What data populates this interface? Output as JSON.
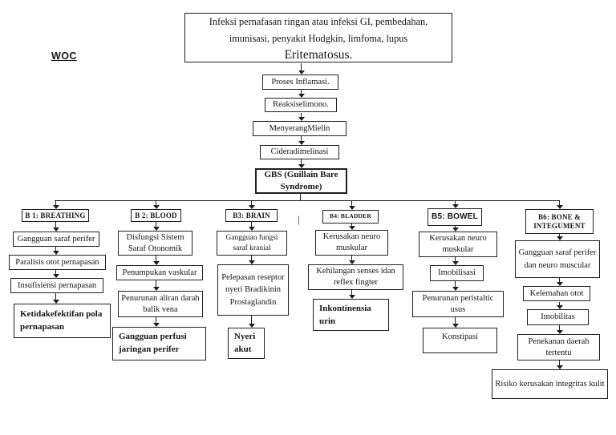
{
  "page": {
    "background": "#ffffff",
    "ink": "#1f1f1f"
  },
  "woc_label": "WOC",
  "root": {
    "line1": "Infeksi pernafasan ringan atau infeksi GI, pembedahan,",
    "line2": "imunisasi, penyakit Hodgkin, limfoma, lupus",
    "line3": "Eritematosus."
  },
  "chain": [
    "Proses Inflamasi.",
    "Reaksiselimono.",
    "MenyerangMielin",
    "Cideradimelinasi",
    "GBS (Guillain Bare Syndrome)"
  ],
  "separator": "|",
  "branches": [
    {
      "header": "B 1: BREATHING",
      "steps": [
        "Gangguan saraf perifer",
        "Paralisis otot pernapasan",
        "Insufisiensi pernapasan",
        "Ketidakefektifan pola pernapasan"
      ]
    },
    {
      "header": "B 2: BLOOD",
      "steps": [
        "Disfungsi Sistem Saraf Otonomik",
        "Penumpukan vaskular",
        "Penurunan aliran darah balik vena",
        "Gangguan perfusi jaringan perifer"
      ]
    },
    {
      "header": "B3: BRAIN",
      "steps": [
        "Gangguan fungsi saraf kranial",
        "Pelepasan reseptor nyeri Bradikinin Prostaglandin",
        "Nyeri akut"
      ]
    },
    {
      "header": "B4: BLADDER",
      "steps": [
        "Kerusakan neuro muskular",
        "Kehilangan senses idan reflex fingter",
        "Inkontinensia urin"
      ]
    },
    {
      "header": "B5: BOWEL",
      "steps": [
        "Kerusakan neuro muskular",
        "Imobilisasi",
        "Penurunan peristaltic usus",
        "Konstipasi"
      ]
    },
    {
      "header": "B6: BONE & INTEGUMENT",
      "steps": [
        "Gangguan saraf perifer dan neuro muscular",
        "Kelemahan otot",
        "Imobilitas",
        "Penekanan daerah tertentu",
        "Risiko kerusakan integritas kulit"
      ]
    }
  ]
}
